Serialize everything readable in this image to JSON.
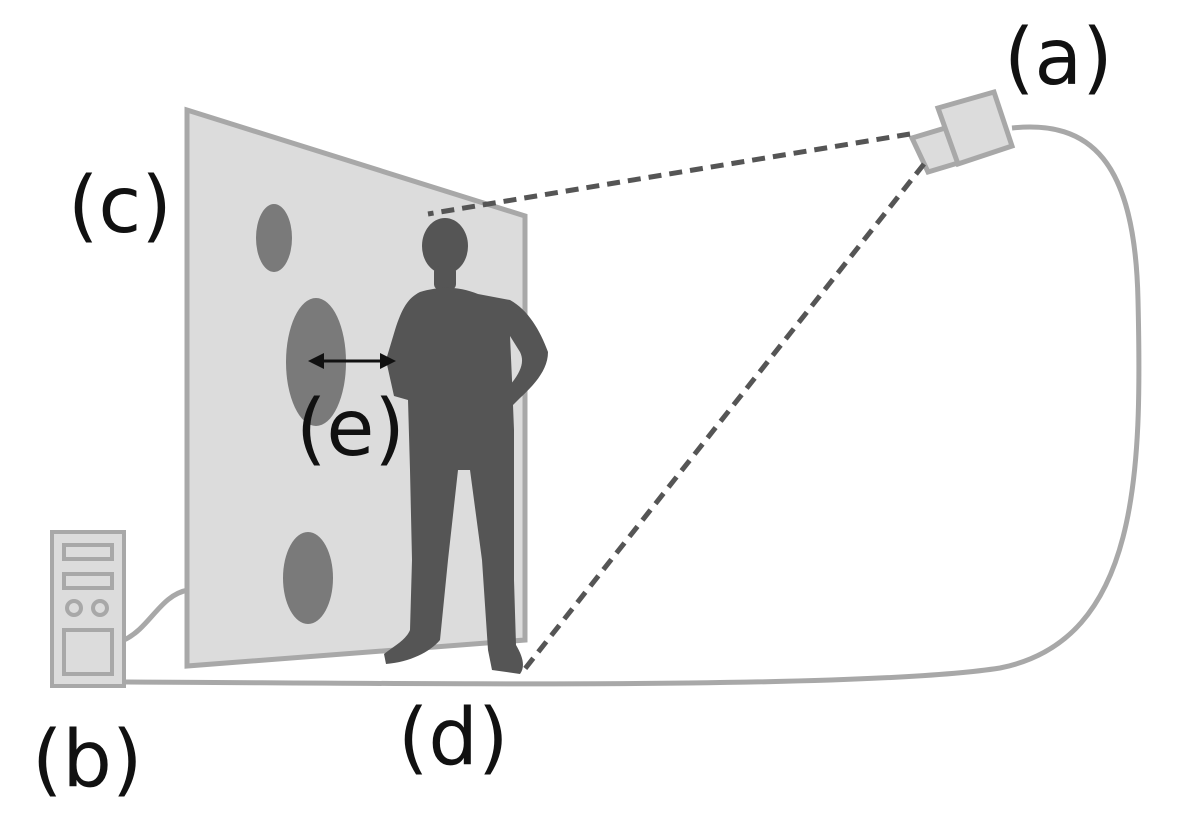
{
  "labels": {
    "a": "(a)",
    "b": "(b)",
    "c": "(c)",
    "d": "(d)",
    "e": "(e)"
  },
  "colors": {
    "background": "#ffffff",
    "screen_fill": "#dcdcdc",
    "screen_stroke": "#a8a8a8",
    "spot": "#7a7a7a",
    "person": "#555555",
    "cable": "#a8a8a8",
    "projection_line": "#555555",
    "label_text": "#111111"
  },
  "icons": {
    "projector": "camera-icon",
    "computer": "computer-tower-icon",
    "person": "person-silhouette-icon",
    "distance_arrow": "double-arrow-icon"
  }
}
